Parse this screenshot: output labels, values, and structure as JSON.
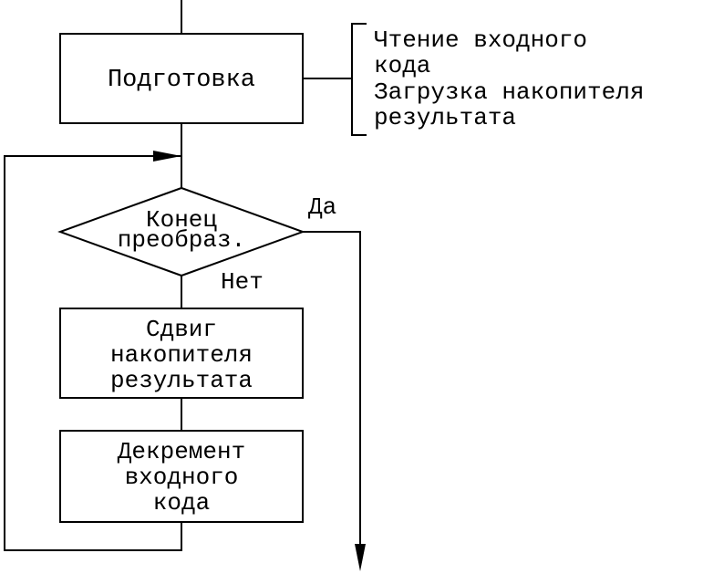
{
  "diagram": {
    "prep_box": {
      "label": "Подготовка"
    },
    "comment": {
      "lines": [
        "Чтение входного",
        "кода",
        "Загрузка накопителя",
        "результата"
      ]
    },
    "decision": {
      "lines": [
        "Конец",
        "преобраз."
      ],
      "yes_label": "Да",
      "no_label": "Нет"
    },
    "shift_box": {
      "lines": [
        "Сдвиг",
        "накопителя",
        "результата"
      ]
    },
    "decrement_box": {
      "lines": [
        "Декремент",
        "входного",
        "кода"
      ]
    }
  }
}
